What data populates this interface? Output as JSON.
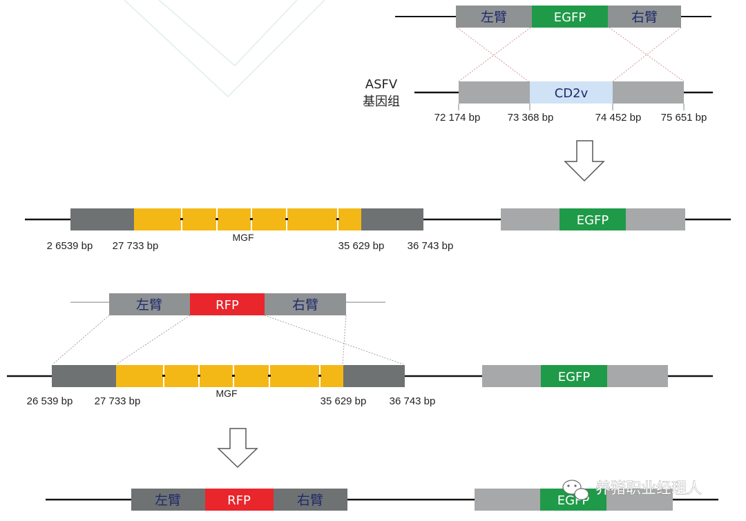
{
  "colors": {
    "arm": "#8f9293",
    "arm_light": "#a6a8a9",
    "arm_dark": "#6f7273",
    "egfp": "#1f9a48",
    "rfp": "#e8262c",
    "cd2v": "#cfe2f6",
    "mgf": "#f4b816",
    "line": "#111111",
    "crossline": "#c87b7b"
  },
  "labels": {
    "left_arm": "左臂",
    "right_arm": "右臂",
    "egfp": "EGFP",
    "rfp": "RFP",
    "cd2v": "CD2v",
    "mgf": "MGF",
    "asfv_line1": "ASFV",
    "asfv_line2": "基因组",
    "watermark": "养猪职业经理人"
  },
  "bp": {
    "s1_a": "72 174 bp",
    "s1_b": "73 368 bp",
    "s1_c": "74 452 bp",
    "s1_d": "75 651 bp",
    "s2_a": "2 6539 bp",
    "s2_b": "27 733 bp",
    "s2_c": "35 629 bp",
    "s2_d": "36 743 bp",
    "s3_a": "26 539 bp",
    "s3_b": "27 733 bp",
    "s3_c": "35 629 bp",
    "s3_d": "36 743 bp"
  },
  "icons": {
    "arrow": "hollow-down-arrow",
    "watermark_logo": "wechat-icon"
  }
}
